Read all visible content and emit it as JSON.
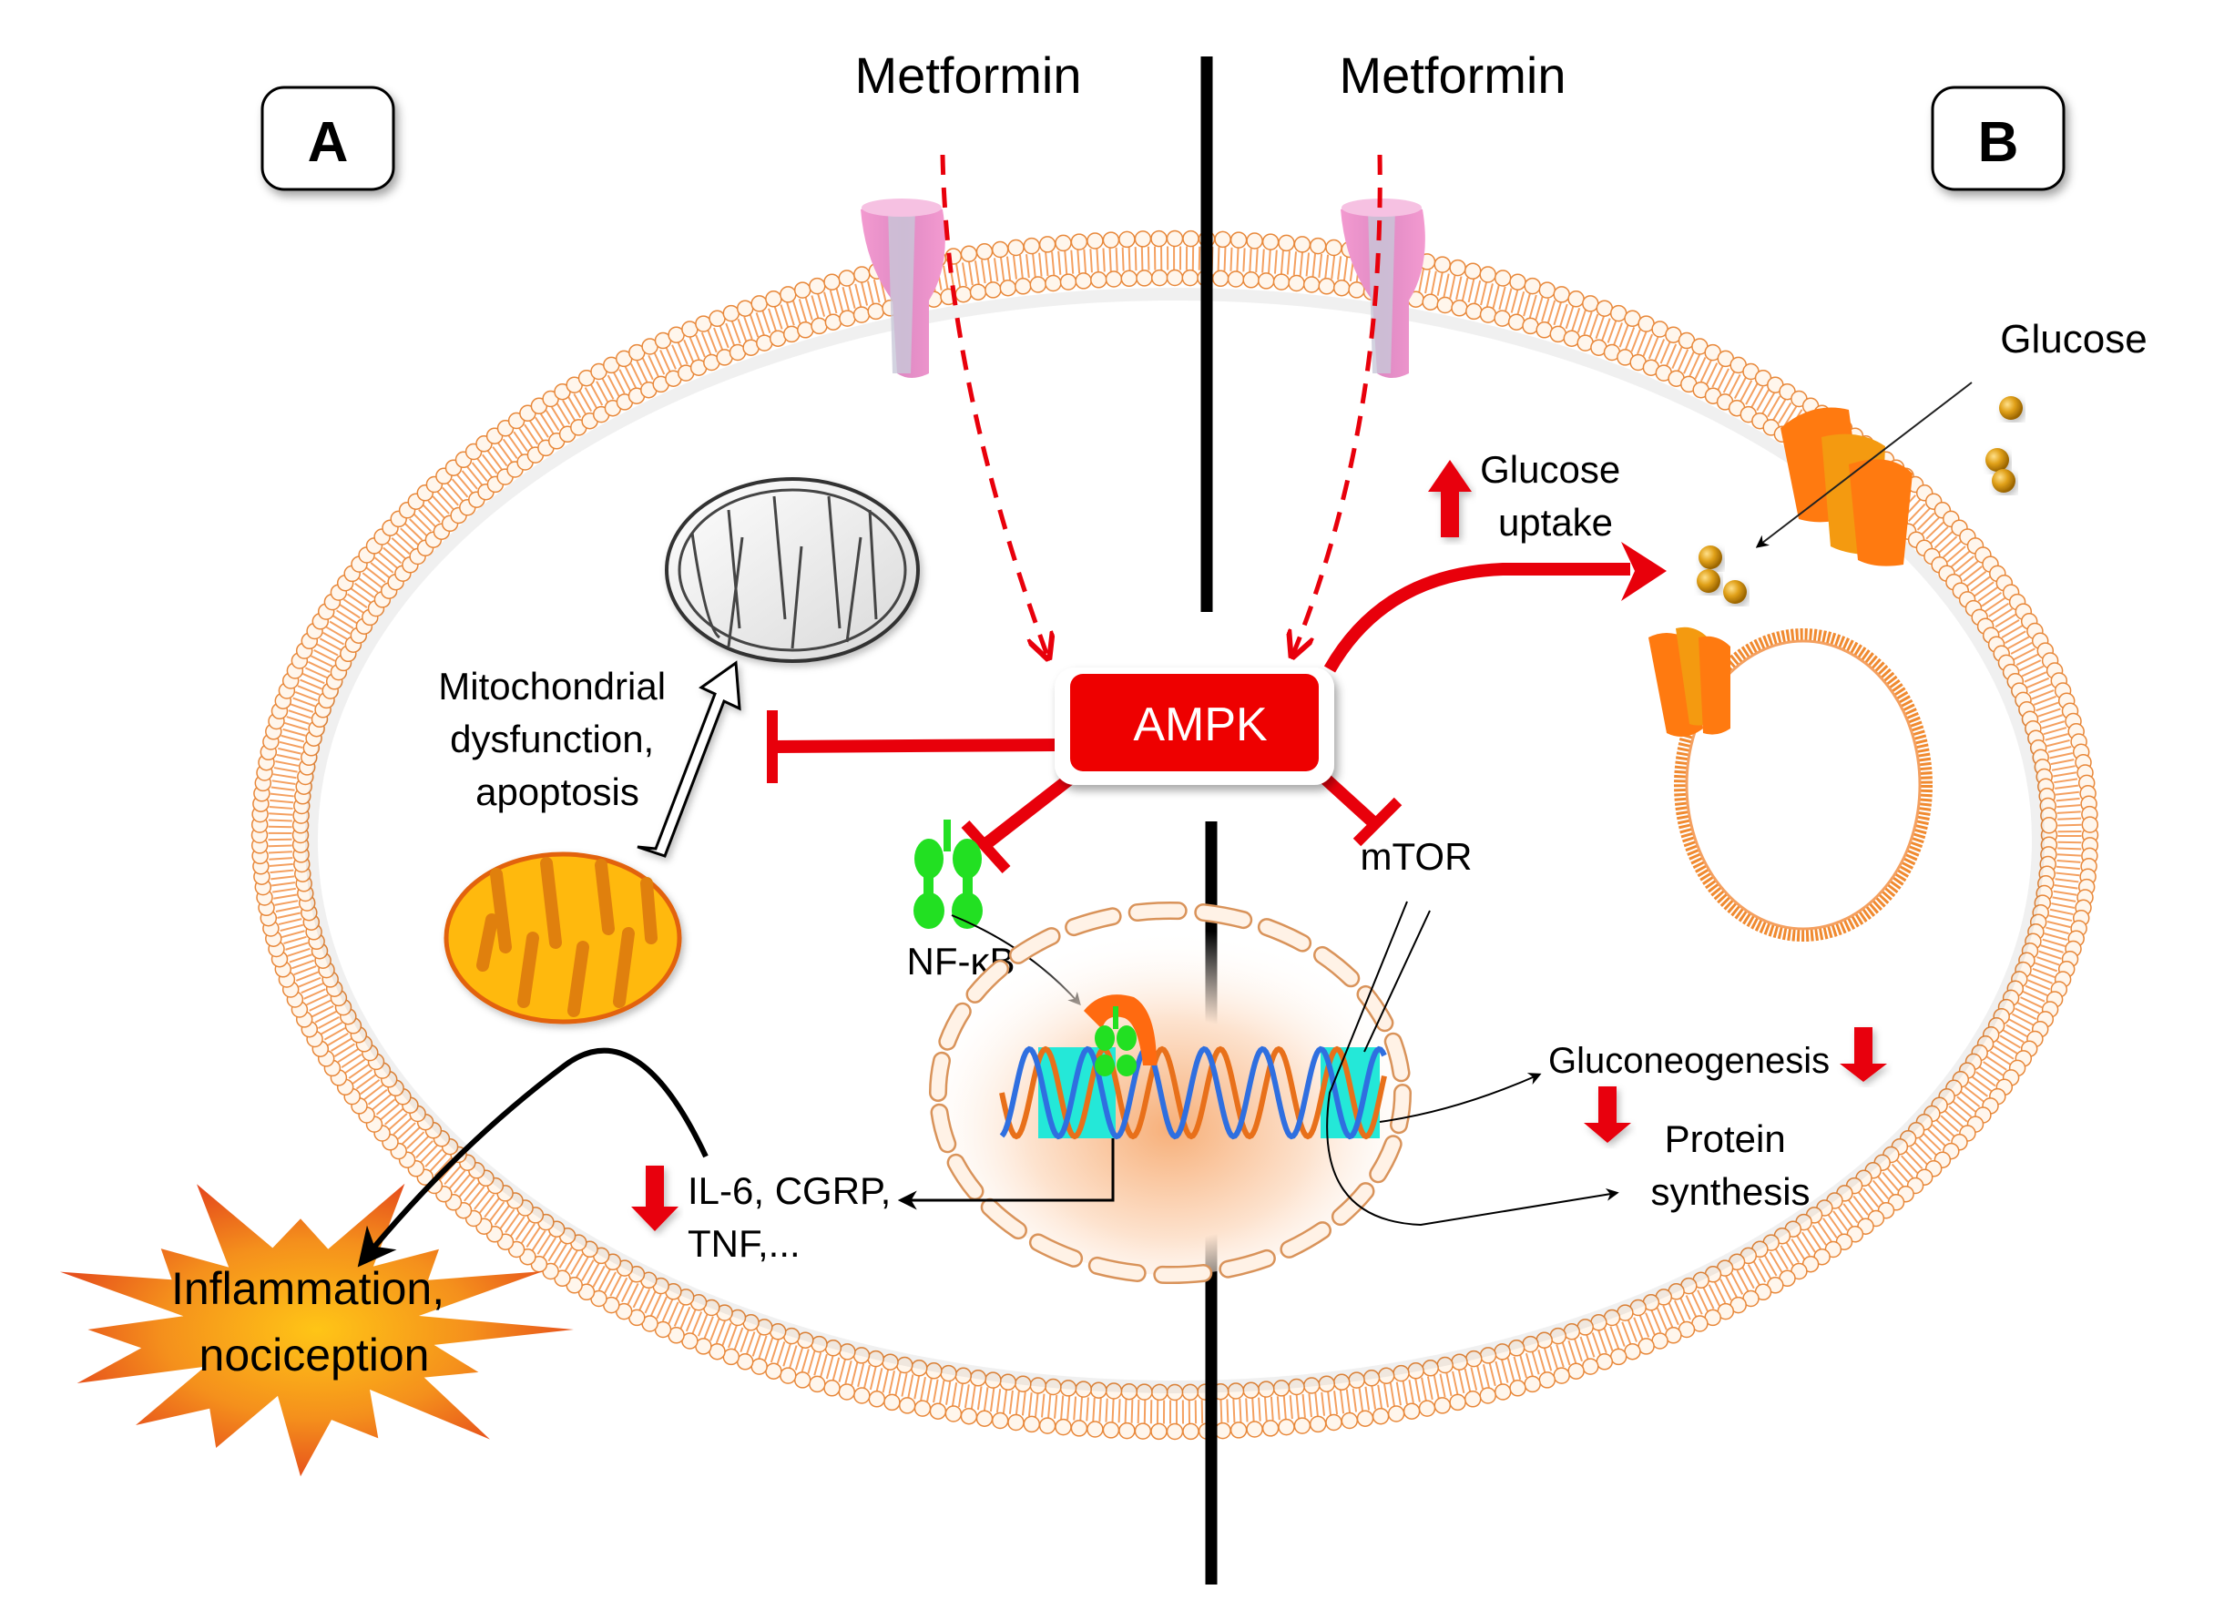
{
  "figure": {
    "panels": [
      {
        "id": "A",
        "label": "A"
      },
      {
        "id": "B",
        "label": "B"
      }
    ],
    "drug_labels": {
      "left": "Metformin",
      "right": "Metformin"
    },
    "central_node": {
      "label": "AMPK",
      "color": "#ee0000"
    },
    "labels": {
      "mito_dysfunction": [
        "Mitochondrial",
        "dysfunction,",
        "apoptosis"
      ],
      "nfkb": "NF-κB",
      "mtor": "mTOR",
      "glucose_outside": "Glucose",
      "glucose_uptake": [
        "Glucose",
        "uptake"
      ],
      "cytokines": [
        "IL-6, CGRP,",
        "TNF,..."
      ],
      "inflammation": [
        "Inflammation,",
        "nociception"
      ],
      "gluconeogenesis": "Gluconeogenesis",
      "protein_synthesis": [
        "Protein",
        "synthesis"
      ]
    },
    "effects": [
      {
        "target": "Glucose uptake",
        "direction": "up"
      },
      {
        "target": "IL-6, CGRP, TNF",
        "direction": "down"
      },
      {
        "target": "Gluconeogenesis",
        "direction": "down"
      },
      {
        "target": "Protein synthesis",
        "direction": "down"
      }
    ],
    "inhibitions": [
      {
        "from": "AMPK",
        "to": "Mitochondrial dysfunction, apoptosis"
      },
      {
        "from": "AMPK",
        "to": "NF-κB"
      },
      {
        "from": "AMPK",
        "to": "mTOR"
      }
    ],
    "colors": {
      "membrane": "#f08a30",
      "arrow_red": "#e8000b",
      "transporter_pink": "#ee8ec4",
      "nfkb_green": "#22e022",
      "glut_orange": "#ff7a10",
      "glucose_gold": "#d89a10"
    }
  }
}
